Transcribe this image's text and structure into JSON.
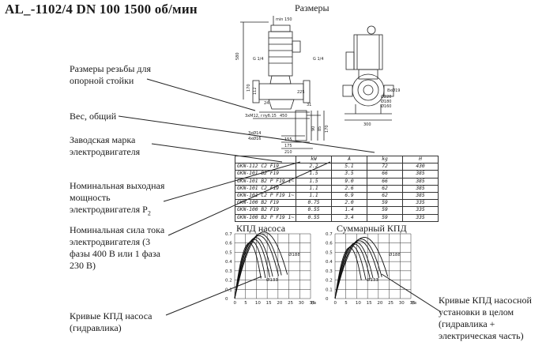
{
  "header": {
    "title": "AL_-1102/4  DN 100  1500 об/мин",
    "dims_title": "Размеры"
  },
  "labels": {
    "thread": [
      "Размеры резьбы для",
      "опорной стойки"
    ],
    "weight": "Вес, общий",
    "motor_mark": [
      "Заводская марка",
      "электродвигателя"
    ],
    "power": [
      "Номинальная выходная",
      "мощность",
      "электродвигателя P",
      "2"
    ],
    "current": [
      "Номинальная сила тока",
      "электродвигателя (3",
      "фазы 400 В или 1 фаза",
      "230 В)"
    ],
    "pump_curves": [
      "Кривые КПД насоса",
      "(гидравлика)"
    ],
    "total_curves": [
      "Кривые КПД насосной",
      "установки в целом",
      "(гидравлика +",
      "электрическая часть)"
    ]
  },
  "drawing": {
    "dims": [
      "min 150",
      "580",
      "G 1/4",
      "G 1/4",
      "170",
      "112",
      "225",
      "24",
      "31",
      "450",
      "3xM12, глуб.15",
      "3xØ14",
      "4xØ16",
      "155",
      "175",
      "210",
      "90",
      "85",
      "170",
      "Ø220",
      "Ø180",
      "Ø160",
      "8xØ19",
      "300"
    ]
  },
  "table": {
    "headers": [
      "",
      "kW",
      "A",
      "kg",
      "H"
    ],
    "rows": [
      [
        "GKN-112 C2 F19",
        "2.2",
        "5.1",
        "72",
        "430"
      ],
      [
        "GKN-101 B2 F19",
        "1.5",
        "3.5",
        "66",
        "385"
      ],
      [
        "GKN-101 B2 P F19 1~",
        "1.5",
        "9.0",
        "66",
        "385"
      ],
      [
        "GKN-101 C2 F19",
        "1.1",
        "2.6",
        "62",
        "385"
      ],
      [
        "GKN-101 C2 P F19 1~",
        "1.1",
        "6.9",
        "62",
        "385"
      ],
      [
        "GKN-100 B2 F19",
        "0.75",
        "2.0",
        "59",
        "335"
      ],
      [
        "GKN-100 B2 F19",
        "0.55",
        "1.4",
        "59",
        "335"
      ],
      [
        "GKN-100 B2 P F19 1~",
        "0.55",
        "3.4",
        "59",
        "335"
      ]
    ]
  },
  "charts": {
    "pump_title": "КПД насоса",
    "total_title": "Суммарный КПД",
    "curve_labels": [
      "Ø188",
      "Ø133"
    ],
    "y_ticks": [
      "0.7",
      "0.6",
      "0.5",
      "0.4",
      "0.3",
      "0.2",
      "0.1",
      "0"
    ],
    "x_ticks": [
      "0",
      "5",
      "10",
      "15",
      "20",
      "25",
      "30",
      "35"
    ],
    "x_unit": "l/s"
  }
}
